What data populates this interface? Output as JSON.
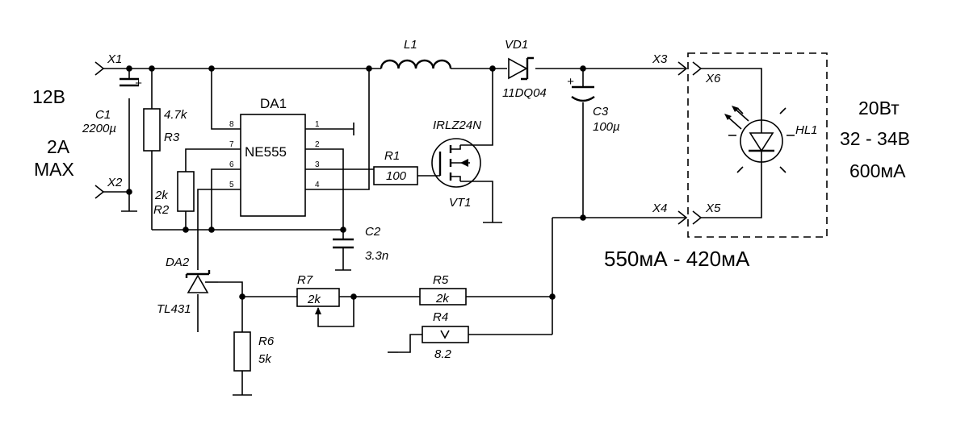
{
  "notes": {
    "input_voltage": "12В",
    "input_current": "2А",
    "input_max": "MAX",
    "output_power": "20Вт",
    "output_voltage": "32 - 34В",
    "output_current": "600мА",
    "current_range": "550мА - 420мА"
  },
  "connectors": {
    "x1": "X1",
    "x2": "X2",
    "x3": "X3",
    "x4": "X4",
    "x5": "X5",
    "x6": "X6"
  },
  "components": {
    "c1": {
      "ref": "C1",
      "value": "2200µ",
      "plus": "+"
    },
    "r3": {
      "ref": "R3",
      "value": "4.7k"
    },
    "r2": {
      "ref": "R2",
      "value": "2k"
    },
    "da1": {
      "ref": "DA1",
      "type": "NE555",
      "pins": {
        "p1": "1",
        "p2": "2",
        "p3": "3",
        "p4": "4",
        "p5": "5",
        "p6": "6",
        "p7": "7",
        "p8": "8"
      }
    },
    "l1": {
      "ref": "L1"
    },
    "vd1": {
      "ref": "VD1",
      "type": "11DQ04"
    },
    "vt1": {
      "ref": "VT1",
      "type": "IRLZ24N"
    },
    "r1": {
      "ref": "R1",
      "value": "100"
    },
    "c2": {
      "ref": "C2",
      "value": "3.3n"
    },
    "c3": {
      "ref": "C3",
      "value": "100µ",
      "plus": "+"
    },
    "hl1": {
      "ref": "HL1"
    },
    "da2": {
      "ref": "DA2",
      "type": "TL431"
    },
    "r6": {
      "ref": "R6",
      "value": "5k"
    },
    "r7": {
      "ref": "R7",
      "value": "2k"
    },
    "r5": {
      "ref": "R5",
      "value": "2k"
    },
    "r4": {
      "ref": "R4",
      "value": "8.2"
    }
  }
}
